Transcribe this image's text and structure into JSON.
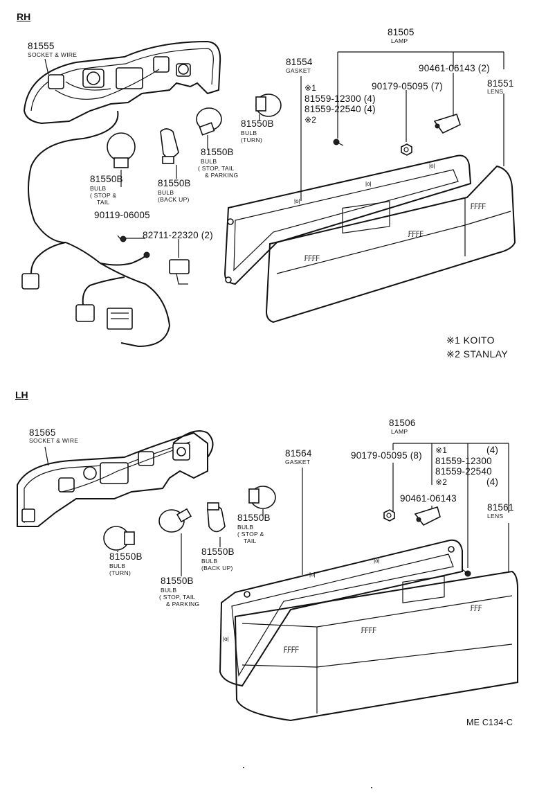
{
  "rh": {
    "section": "RH",
    "socket_pn": "81555",
    "socket_desc": "SOCKET & WIRE",
    "lamp_pn": "81505",
    "lamp_desc": "LAMP",
    "gasket_pn": "81554",
    "gasket_desc": "GASKET",
    "mark1": "※1",
    "screw_a": "81559-12300 (4)",
    "screw_b": "81559-22540 (4)",
    "mark2": "※2",
    "nut": "90179-05095 (7)",
    "clip": "90461-06143 (2)",
    "lens_pn": "81551",
    "lens_desc": "LENS",
    "bulb_turn_pn": "81550B",
    "bulb_turn_d1": "BULB",
    "bulb_turn_d2": "(TURN)",
    "bulb_stop_pn": "81550B",
    "bulb_stop_d1": "BULB",
    "bulb_stop_d2": "( STOP, TAIL",
    "bulb_stop_d3": "& PARKING",
    "bulb_st_pn": "81550B",
    "bulb_st_d1": "BULB",
    "bulb_st_d2": "( STOP &",
    "bulb_st_d3": "TAIL",
    "bulb_back_pn": "81550B",
    "bulb_back_d1": "BULB",
    "bulb_back_d2": "(BACK UP)",
    "screw_c": "90119-06005",
    "connector": "82711-22320 (2)"
  },
  "legend": {
    "l1": "※1  KOITO",
    "l2": "※2  STANLAY"
  },
  "lh": {
    "section": "LH",
    "socket_pn": "81565",
    "socket_desc": "SOCKET & WIRE",
    "lamp_pn": "81506",
    "lamp_desc": "LAMP",
    "gasket_pn": "81564",
    "gasket_desc": "GASKET",
    "nut": "90179-05095 (8)",
    "mark1": "※1",
    "qty1": "(4)",
    "screw_a": "81559-12300",
    "screw_b": "81559-22540",
    "mark2": "※2",
    "qty2": "(4)",
    "clip": "90461-06143",
    "lens_pn": "81561",
    "lens_desc": "LENS",
    "bulb_st_pn": "81550B",
    "bulb_st_d1": "BULB",
    "bulb_st_d2": "( STOP &",
    "bulb_st_d3": "TAIL",
    "bulb_turn_pn": "81550B",
    "bulb_turn_d1": "BULB",
    "bulb_turn_d2": "(TURN)",
    "bulb_back_pn": "81550B",
    "bulb_back_d1": "BULB",
    "bulb_back_d2": "(BACK UP)",
    "bulb_stop_pn": "81550B",
    "bulb_stop_d1": "BULB",
    "bulb_stop_d2": "( STOP, TAIL",
    "bulb_stop_d3": "& PARKING"
  },
  "figure_code": "ME C134-C"
}
